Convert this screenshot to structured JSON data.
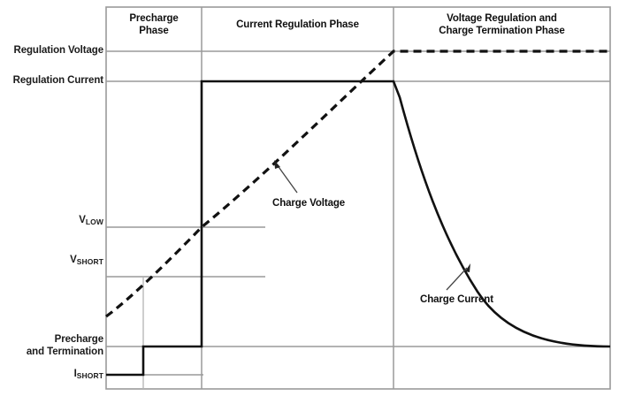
{
  "chart_data": {
    "type": "line",
    "title": "",
    "xlabel": "",
    "ylabel": "",
    "grid": true,
    "legend_position": "inline-annotations",
    "phases": [
      {
        "name": "Precharge Phase",
        "label_line1": "Precharge",
        "label_line2": "Phase",
        "x_start": 120,
        "x_end": 228
      },
      {
        "name": "Current Regulation Phase",
        "label_line1": "Current Regulation Phase",
        "label_line2": "",
        "x_start": 228,
        "x_end": 445
      },
      {
        "name": "Voltage Regulation and Charge Termination Phase",
        "label_line1": "Voltage Regulation and",
        "label_line2": "Charge Termination Phase",
        "x_start": 445,
        "x_end": 690
      }
    ],
    "y_thresholds": [
      {
        "key": "regulation_voltage",
        "label": "Regulation Voltage",
        "sub": "",
        "y": 58
      },
      {
        "key": "regulation_current",
        "label": "Regulation Current",
        "sub": "",
        "y": 92
      },
      {
        "key": "v_low",
        "label": "V",
        "sub": "LOW",
        "y": 257
      },
      {
        "key": "v_short",
        "label": "V",
        "sub": "SHORT",
        "y": 313
      },
      {
        "key": "precharge_termination",
        "label": "Precharge and Termination",
        "sub": "",
        "y": 392
      },
      {
        "key": "i_short",
        "label": "I",
        "sub": "SHORT",
        "y": 424
      }
    ],
    "series": [
      {
        "name": "Charge Voltage",
        "style": "dashed",
        "annotation": "Charge Voltage",
        "description": "Rises from below V_SHORT through V_SHORT and V_LOW during precharge, continues rising through current regulation, reaches Regulation Voltage at the start of the voltage regulation phase and stays flat."
      },
      {
        "name": "Charge Current",
        "style": "solid",
        "annotation": "Charge Current",
        "description": "Starts at I_SHORT, steps up to the Precharge and Termination level, jumps to Regulation Current for the current regulation phase, then decays exponentially toward the Precharge and Termination level."
      }
    ]
  },
  "labels": {
    "regulation_voltage": "Regulation Voltage",
    "regulation_current": "Regulation Current",
    "v_low_base": "V",
    "v_low_sub": "LOW",
    "v_short_base": "V",
    "v_short_sub": "SHORT",
    "precharge_termination_line1": "Precharge",
    "precharge_termination_line2": "and Termination",
    "i_short_base": "I",
    "i_short_sub": "SHORT"
  },
  "phase_titles": {
    "precharge_line1": "Precharge",
    "precharge_line2": "Phase",
    "current_regulation": "Current Regulation Phase",
    "voltage_regulation_line1": "Voltage Regulation and",
    "voltage_regulation_line2": "Charge Termination Phase"
  },
  "annotations": {
    "charge_voltage": "Charge Voltage",
    "charge_current": "Charge Current"
  },
  "colors": {
    "background": "#ffffff",
    "curve": "#111111",
    "gridline": "#9a9a9a",
    "border": "#9a9a9a",
    "text": "#111111"
  }
}
